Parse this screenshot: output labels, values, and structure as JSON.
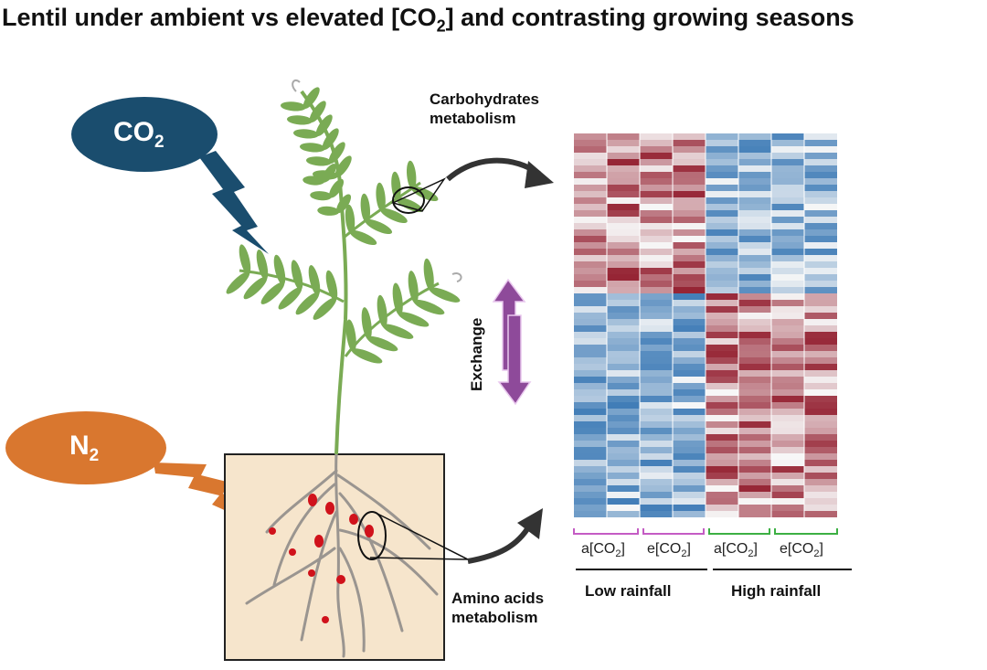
{
  "title": {
    "prefix": "Lentil under ambient vs elevated [CO",
    "sub": "2",
    "suffix": "] and contrasting growing seasons"
  },
  "bubbles": {
    "co2": {
      "main": "CO",
      "sub": "2",
      "color": "#1a4d6e"
    },
    "n2": {
      "main": "N",
      "sub": "2",
      "color": "#d9772f"
    }
  },
  "labels": {
    "carbohydrates": [
      "Carbohydrates",
      "metabolism"
    ],
    "amino": [
      "Amino acids",
      "metabolism"
    ],
    "exchange": "Exchange"
  },
  "conditions": [
    {
      "prefix": "a[CO",
      "sub": "2",
      "suffix": "]",
      "bracket_color": "#c45cc4"
    },
    {
      "prefix": "e[CO",
      "sub": "2",
      "suffix": "]",
      "bracket_color": "#c45cc4"
    },
    {
      "prefix": "a[CO",
      "sub": "2",
      "suffix": "]",
      "bracket_color": "#3cb043"
    },
    {
      "prefix": "e[CO",
      "sub": "2",
      "suffix": "]",
      "bracket_color": "#3cb043"
    }
  ],
  "groups": {
    "low": "Low rainfall",
    "high": "High rainfall"
  },
  "colors": {
    "leaf": "#7aab54",
    "stem": "#7aab54",
    "soil": "#f6e5cc",
    "nodule": "#d0121b",
    "exchange_arrow": "#8e4a9a"
  },
  "chart_data": {
    "type": "heatmap",
    "columns": 8,
    "rows": 60,
    "scale": [
      "#2c6fb0",
      "#f7f7f7",
      "#8a0b1d"
    ]
  }
}
